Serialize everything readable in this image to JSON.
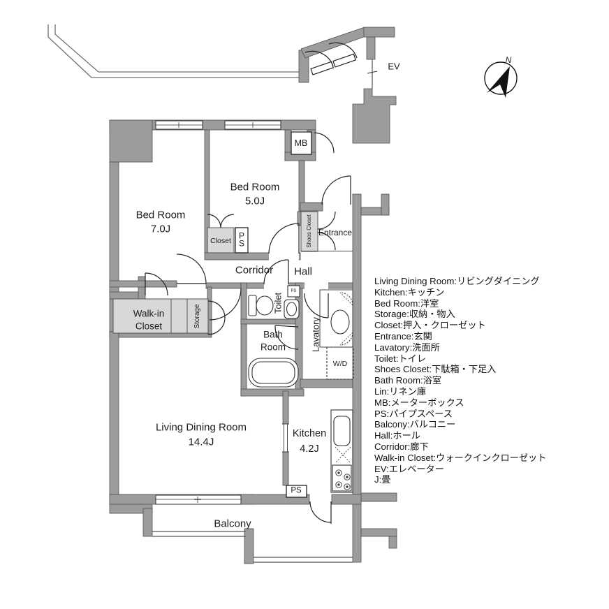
{
  "compass": {
    "north_label": "N"
  },
  "rooms": {
    "bed7": {
      "name": "Bed Room",
      "size": "7.0J"
    },
    "bed5": {
      "name": "Bed Room",
      "size": "5.0J"
    },
    "living": {
      "name": "Living Dining Room",
      "size": "14.4J"
    },
    "kitchen": {
      "name": "Kitchen",
      "size": "4.2J"
    },
    "balcony": "Balcony",
    "corridor": "Corridor",
    "hall": "Hall",
    "entrance": "Entrance",
    "toilet": "Toilet",
    "bath_line1": "Bath",
    "bath_line2": "Room",
    "lavatory": "Lavatory",
    "walkin_line1": "Walk-in",
    "walkin_line2": "Closet",
    "storage": "Storage",
    "shoes_closet": "Shoes Closet",
    "closet": "Closet",
    "washer_dryer": "W/D",
    "meter_box": "MB",
    "elevator": "EV",
    "pipe_space_stacked": "PS",
    "pipe_space_toilet": "PS",
    "pipe_space_kitchen": "PS"
  },
  "legend": {
    "items": [
      "Living Dining Room:リビングダイニング",
      "Kitchen:キッチン",
      "Bed Room:洋室",
      "Storage:収納・物入",
      "Closet:押入・クローゼット",
      "Entrance:玄関",
      "Lavatory:洗面所",
      "Toilet:トイレ",
      "Shoes Closet:下駄箱・下足入",
      "Bath Room:浴室",
      "Lin:リネン庫",
      "MB:メーターボックス",
      "PS:パイプスペース",
      "Balcony:バルコニー",
      "Hall:ホール",
      "Corridor:廊下",
      "Walk-in Closet:ウォークインクローゼット",
      "EV:エレベーター",
      "J:畳"
    ]
  }
}
